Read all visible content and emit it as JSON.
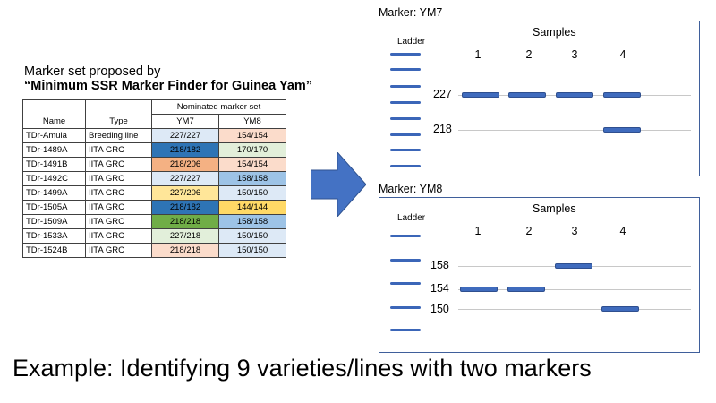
{
  "marker_set": {
    "caption_line1": "Marker set proposed by",
    "caption_line2": "“Minimum SSR Marker Finder for Guinea Yam”"
  },
  "table": {
    "group_header": "Nominated marker set",
    "columns": [
      "Name",
      "Type",
      "YM7",
      "YM8"
    ],
    "rows": [
      {
        "name": "TDr-Amula",
        "type": "Breeding line",
        "ym7": "227/227",
        "ym8": "154/154",
        "ym7_color": "#dde9f6",
        "ym8_color": "#fbdccb"
      },
      {
        "name": "TDr-1489A",
        "type": "IITA GRC",
        "ym7": "218/182",
        "ym8": "170/170",
        "ym7_color": "#2e74b5",
        "ym8_color": "#e2efda"
      },
      {
        "name": "TDr-1491B",
        "type": "IITA GRC",
        "ym7": "218/206",
        "ym8": "154/154",
        "ym7_color": "#f4b183",
        "ym8_color": "#fbdccb"
      },
      {
        "name": "TDr-1492C",
        "type": "IITA GRC",
        "ym7": "227/227",
        "ym8": "158/158",
        "ym7_color": "#dde9f6",
        "ym8_color": "#9dc3e6"
      },
      {
        "name": "TDr-1499A",
        "type": "IITA GRC",
        "ym7": "227/206",
        "ym8": "150/150",
        "ym7_color": "#ffe699",
        "ym8_color": "#dde9f6"
      },
      {
        "name": "TDr-1505A",
        "type": "IITA GRC",
        "ym7": "218/182",
        "ym8": "144/144",
        "ym7_color": "#2e74b5",
        "ym8_color": "#ffd966"
      },
      {
        "name": "TDr-1509A",
        "type": "IITA GRC",
        "ym7": "218/218",
        "ym8": "158/158",
        "ym7_color": "#70ad47",
        "ym8_color": "#9dc3e6"
      },
      {
        "name": "TDr-1533A",
        "type": "IITA GRC",
        "ym7": "227/218",
        "ym8": "150/150",
        "ym7_color": "#e2efda",
        "ym8_color": "#dde9f6"
      },
      {
        "name": "TDr-1524B",
        "type": "IITA GRC",
        "ym7": "218/218",
        "ym8": "150/150",
        "ym7_color": "#fbdccb",
        "ym8_color": "#dde9f6"
      }
    ]
  },
  "gels": [
    {
      "title": "Marker: YM7",
      "ladder_label": "Ladder",
      "samples_label": "Samples",
      "sample_numbers": [
        "1",
        "2",
        "3",
        "4"
      ],
      "size_labels": [
        "227",
        "218"
      ]
    },
    {
      "title": "Marker: YM8",
      "ladder_label": "Ladder",
      "samples_label": "Samples",
      "sample_numbers": [
        "1",
        "2",
        "3",
        "4"
      ],
      "size_labels": [
        "158",
        "154",
        "150"
      ]
    }
  ],
  "colors": {
    "band": "#3f6bbd",
    "panel_border": "#3f5f9b",
    "arrow": "#4472c4"
  },
  "icons": {
    "flow_arrow": "right-arrow-icon"
  },
  "example": "Example: Identifying 9 varieties/lines with two markers"
}
